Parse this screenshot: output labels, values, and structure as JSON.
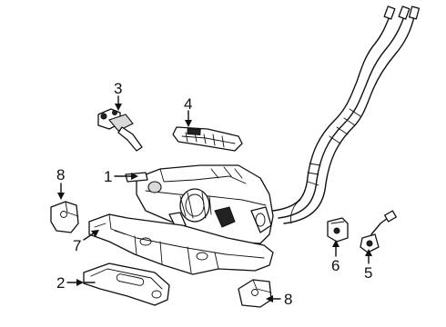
{
  "diagram": {
    "callouts": [
      {
        "id": "c1",
        "label": "1"
      },
      {
        "id": "c2",
        "label": "2"
      },
      {
        "id": "c3",
        "label": "3"
      },
      {
        "id": "c4",
        "label": "4"
      },
      {
        "id": "c5",
        "label": "5"
      },
      {
        "id": "c6",
        "label": "6"
      },
      {
        "id": "c7",
        "label": "7"
      },
      {
        "id": "c8a",
        "label": "8"
      },
      {
        "id": "c8b",
        "label": "8"
      }
    ]
  }
}
